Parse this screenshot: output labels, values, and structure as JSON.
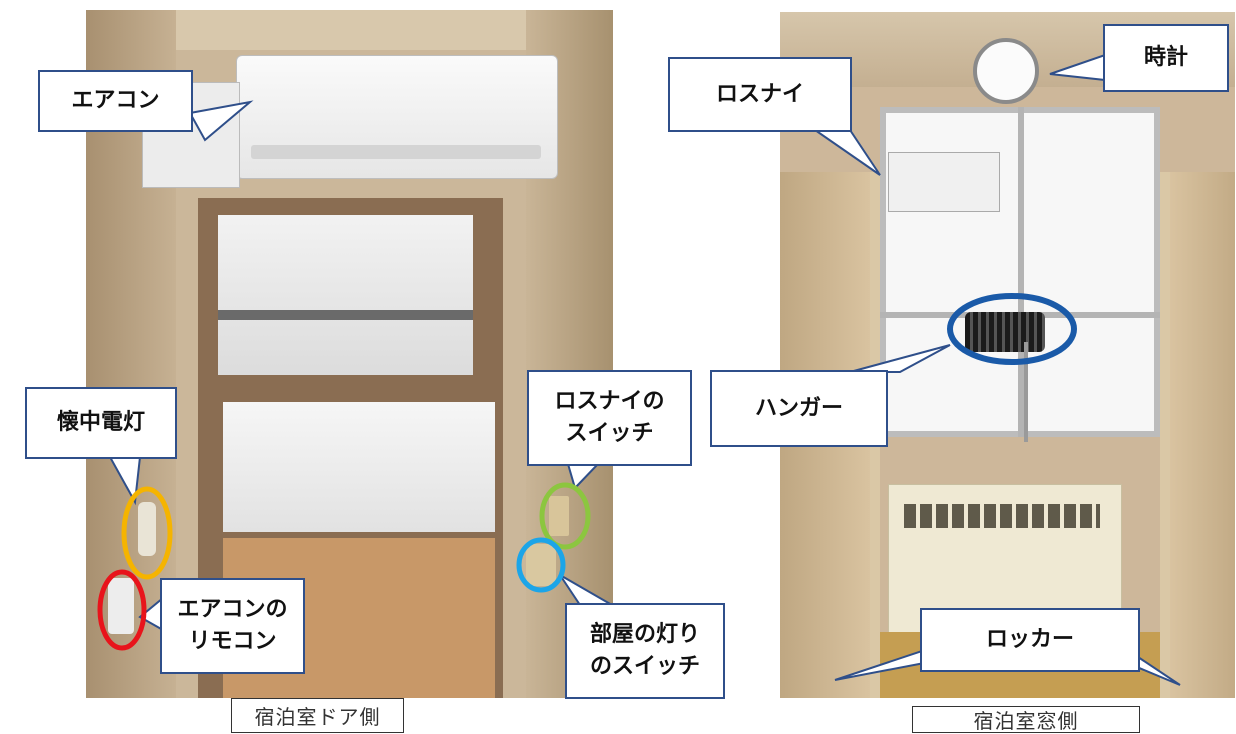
{
  "left_photo": {
    "callouts": {
      "aircon": "エアコン",
      "flashlight": "懐中電灯",
      "remote_line1": "エアコンの",
      "remote_line2": "リモコン",
      "losnay_switch_line1": "ロスナイの",
      "losnay_switch_line2": "スイッチ",
      "light_switch_line1": "部屋の灯り",
      "light_switch_line2": "のスイッチ"
    },
    "caption": "宿泊室ドア側"
  },
  "right_photo": {
    "callouts": {
      "clock": "時計",
      "losnay": "ロスナイ",
      "hanger": "ハンガー",
      "locker": "ロッカー"
    },
    "caption": "宿泊室窓側"
  },
  "colors": {
    "callout_border": "#2f4f8a",
    "marker_yellow": "#f5b400",
    "marker_red": "#e8141b",
    "marker_green": "#8cc63f",
    "marker_lightblue": "#1ca5e8",
    "marker_blue": "#1a5aa8"
  }
}
